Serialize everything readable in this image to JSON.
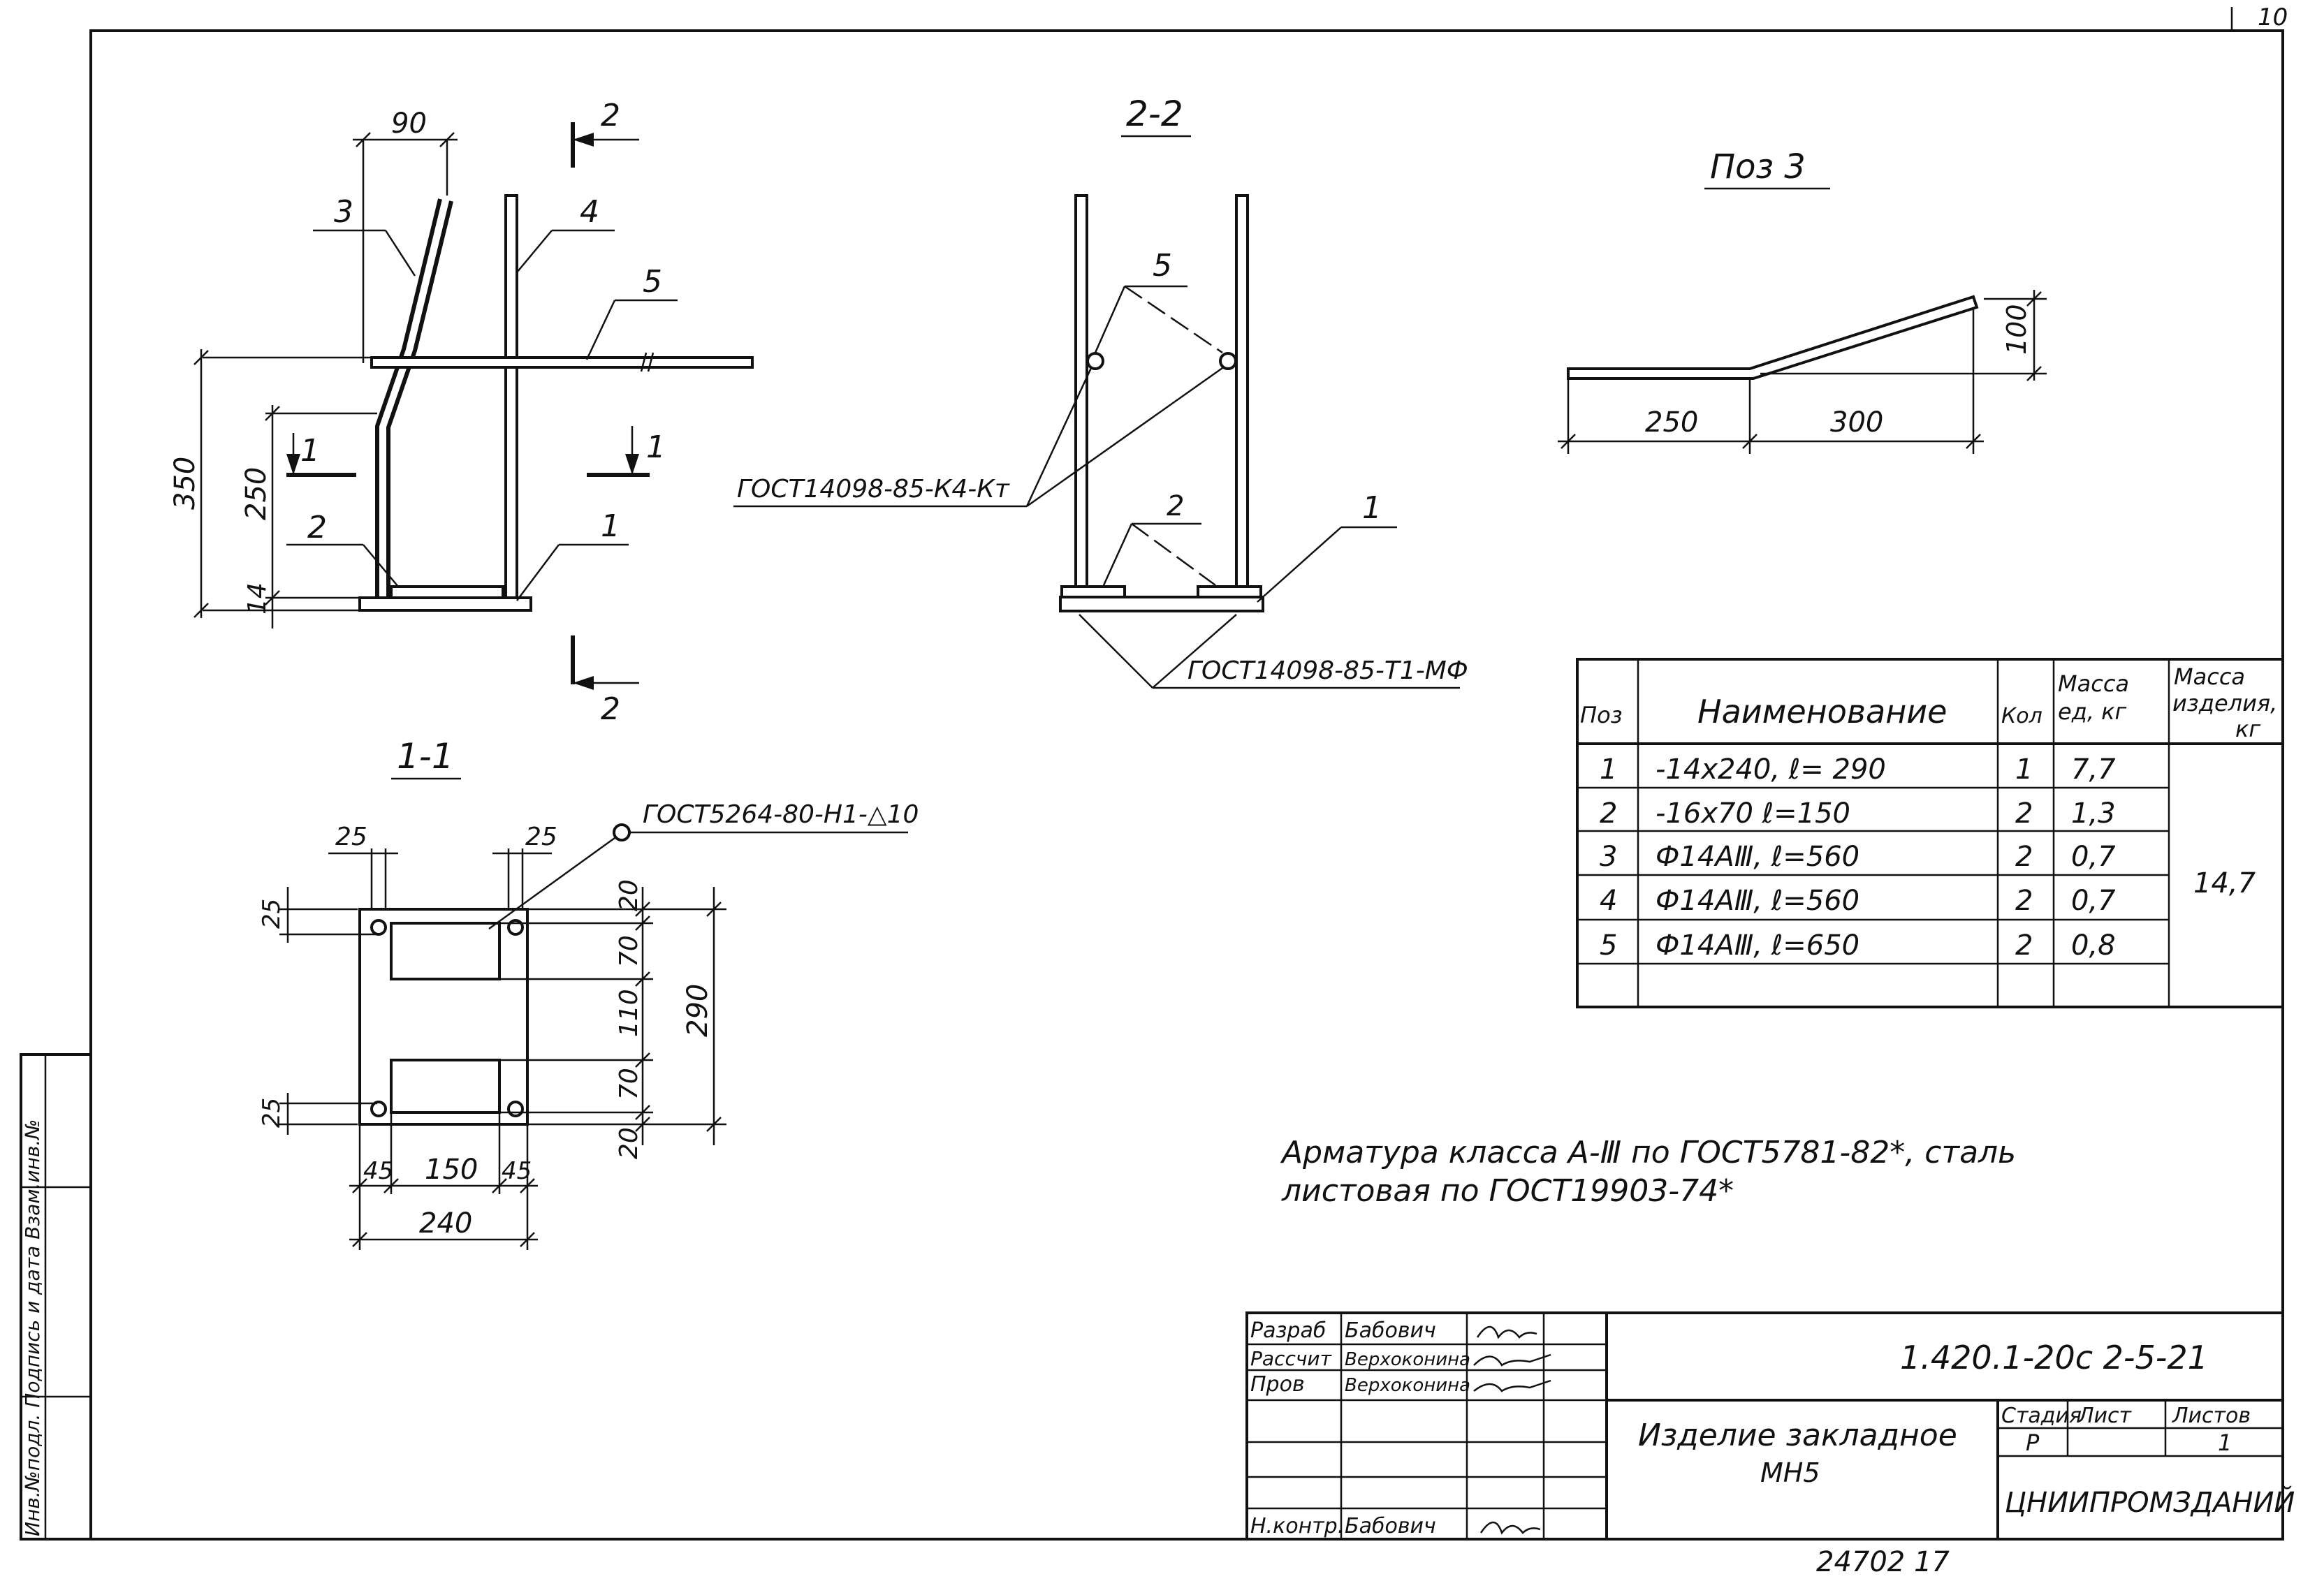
{
  "sheet": {
    "page_number": "10",
    "bottom_number": "24702 17"
  },
  "view_main": {
    "dim_top": "90",
    "dim_350": "350",
    "dim_250": "250",
    "dim_14": "14",
    "pos3": "3",
    "pos4": "4",
    "pos5": "5",
    "pos2": "2",
    "pos1": "1",
    "cut2_top": "2",
    "cut2_bottom": "2",
    "cut1_left": "1",
    "cut1_right": "1"
  },
  "view_2_2": {
    "title": "2-2",
    "pos5": "5",
    "pos2": "2",
    "pos1": "1",
    "weld_note_1": "ГОСТ14098-85-К4-Кт",
    "weld_note_2": "ГОСТ14098-85-Т1-МФ"
  },
  "view_pos3": {
    "title": "Поз 3",
    "dim_250": "250",
    "dim_300": "300",
    "dim_100": "100"
  },
  "view_1_1": {
    "title": "1-1",
    "weld_note": "ГОСТ5264-80-Н1-△10",
    "dim_25_a": "25",
    "dim_25_b": "25",
    "dim_25_c": "25",
    "dim_25_d": "25",
    "dim_20_a": "20",
    "dim_70_a": "70",
    "dim_110": "110",
    "dim_70_b": "70",
    "dim_20_b": "20",
    "dim_290": "290",
    "dim_45_a": "45",
    "dim_150": "150",
    "dim_45_b": "45",
    "dim_240": "240"
  },
  "spec_table": {
    "headers": [
      "Поз",
      "Наименование",
      "Кол",
      "Масса ед, кг",
      "Масса изделия, кг"
    ],
    "rows": [
      {
        "pos": "1",
        "name": "-14х240, ℓ= 290",
        "qty": "1",
        "mass": "7,7"
      },
      {
        "pos": "2",
        "name": "-16х70  ℓ=150",
        "qty": "2",
        "mass": "1,3"
      },
      {
        "pos": "3",
        "name": "Ф14АⅢ,  ℓ=560",
        "qty": "2",
        "mass": "0,7"
      },
      {
        "pos": "4",
        "name": "Ф14АⅢ,  ℓ=560",
        "qty": "2",
        "mass": "0,7"
      },
      {
        "pos": "5",
        "name": "Ф14АⅢ,  ℓ=650",
        "qty": "2",
        "mass": "0,8"
      }
    ],
    "total_mass": "14,7"
  },
  "notes": {
    "line1": "Арматура класса  А-Ⅲ по ГОСТ5781-82*, сталь",
    "line2": "листовая по    ГОСТ19903-74*"
  },
  "side_stamp": {
    "label": "Инв.№подл. Подпись и дата Взам.инв.№"
  },
  "title_block": {
    "roles": [
      "Разраб",
      "Рассчит",
      "Пров",
      "",
      "",
      "",
      "Н.контр."
    ],
    "names": [
      "Бабович",
      "Верхоконина",
      "Верхоконина",
      "",
      "",
      "",
      "Бабович"
    ],
    "doc_code": "1.420.1-20с 2-5-21",
    "item_name_1": "Изделие закладное",
    "item_name_2": "МН5",
    "stage_label": "Стадия",
    "sheet_label": "Лист",
    "sheets_label": "Листов",
    "stage": "Р",
    "sheet": "",
    "sheets": "1",
    "org": "ЦНИИПРОМЗДАНИЙ"
  }
}
